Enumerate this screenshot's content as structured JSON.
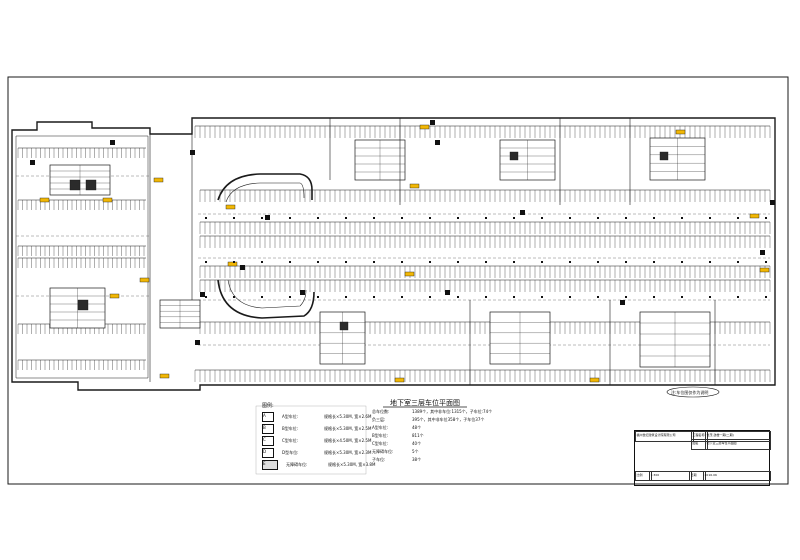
{
  "plan": {
    "title": "地下室三层车位平面图",
    "legend_title": "图例:",
    "legend": [
      {
        "symbol": "A",
        "name": "A型车位:",
        "desc": "规格长×5.30M, 宽×2.6M"
      },
      {
        "symbol": "B",
        "name": "B型车位:",
        "desc": "规格长×5.30M, 宽×2.5M"
      },
      {
        "symbol": "C",
        "name": "C型车位:",
        "desc": "规格长×4.50M, 宽×2.5M"
      },
      {
        "symbol": "D",
        "name": "D型车位:",
        "desc": "规格长×5.30M, 宽×2.3M"
      },
      {
        "symbol": "E",
        "name": "无障碍车位:",
        "desc": "规格长×5.30M, 宽×3.8M"
      }
    ],
    "stats": [
      {
        "k": "总车位数:",
        "v": "1389个，其中非车位:1315个，子车位:74个"
      },
      {
        "k": "负三层:",
        "v": "395个，其中非车位358个，子车位37个"
      },
      {
        "k": "A型车位:",
        "v": "48个"
      },
      {
        "k": "B型车位:",
        "v": "811个"
      },
      {
        "k": "C型车位:",
        "v": "40个"
      },
      {
        "k": "无障碍车位:",
        "v": "5个"
      },
      {
        "k": "子车位:",
        "v": "38个"
      }
    ],
    "note": "注:车位图仅作为说明"
  },
  "title_block": {
    "company": "福州世纪建筑设计院有限公司",
    "project_label": "工程名称",
    "project": "世茂·鼓楼一期(二期)",
    "drawing_label": "图名",
    "drawing": "地下室三层车位平面图",
    "scale_label": "比例",
    "scale": "1:300",
    "date_label": "日期",
    "date": "2016.06"
  },
  "colors": {
    "line": "#1a1a1a",
    "fill_dark": "#2b2b2b",
    "sign": "#f2b705",
    "bg": "#ffffff"
  }
}
